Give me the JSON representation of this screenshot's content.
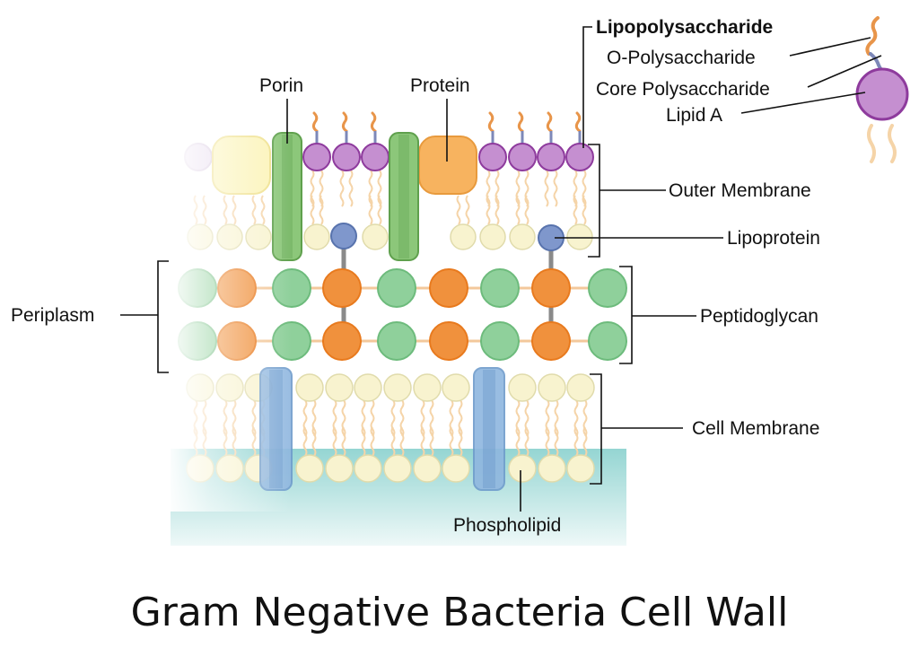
{
  "labels": {
    "lipopolysaccharide": "Lipopolysaccharide",
    "o_polysaccharide": "O-Polysaccharide",
    "core_polysaccharide": "Core Polysaccharide",
    "lipid_a": "Lipid A",
    "porin": "Porin",
    "protein": "Protein",
    "outer_membrane": "Outer Membrane",
    "lipoprotein": "Lipoprotein",
    "periplasm": "Periplasm",
    "peptidoglycan": "Peptidoglycan",
    "cell_membrane": "Cell Membrane",
    "phospholipid": "Phospholipid"
  },
  "title": "Gram Negative Bacteria Cell Wall",
  "colors": {
    "lps_head": "#c58fd0",
    "lps_edge": "#8e3b9d",
    "o_chain": "#e8954a",
    "core_chain": "#7d88b8",
    "lipid_tail": "#f5d4a8",
    "phospholipid_head": "#f8f3cf",
    "phospholipid_edge": "#e0dbab",
    "porin_green": "#8cc77a",
    "protein_orange": "#f7b35f",
    "pg_orange": "#f0913d",
    "pg_green": "#8fd09b",
    "lipoprotein_blue": "#7f97cc",
    "membrane_protein_blue": "#8fb6df",
    "cytoplasm_teal": "#8fd3d0"
  }
}
